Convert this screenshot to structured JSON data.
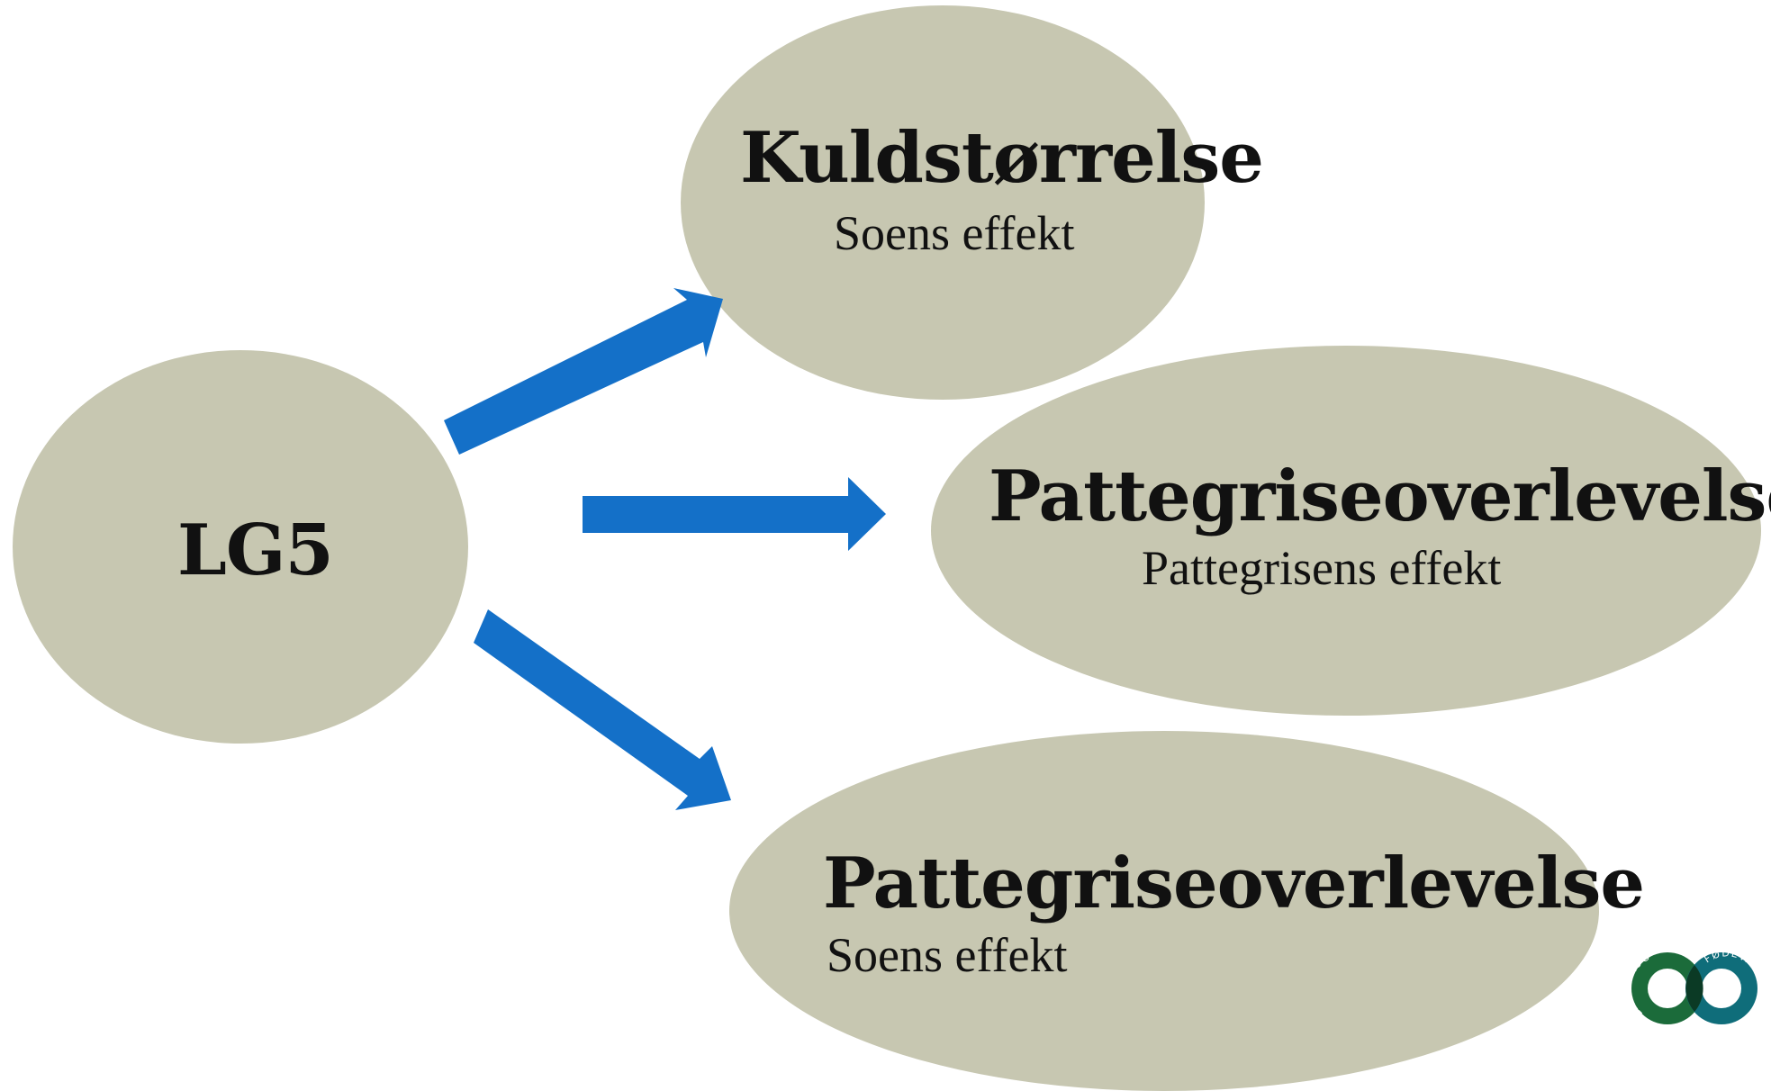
{
  "nodes": {
    "source": {
      "title": "LG5"
    },
    "top": {
      "title": "Kuldstørrelse",
      "subtitle": "Soens effekt"
    },
    "middle": {
      "title": "Pattegriseoverlevelse",
      "subtitle": "Pattegrisens effekt"
    },
    "bottom": {
      "title": "Pattegriseoverlevelse",
      "subtitle": "Soens effekt"
    }
  },
  "logo": {
    "left_text": "LANDBRUG",
    "right_text": "FØDEVARER"
  },
  "colors": {
    "ellipse": "#c7c7b1",
    "arrow": "#1470c8",
    "logo_green": "#1b6b3a",
    "logo_teal": "#0f6d7a",
    "logo_dark": "#0b3a25"
  }
}
